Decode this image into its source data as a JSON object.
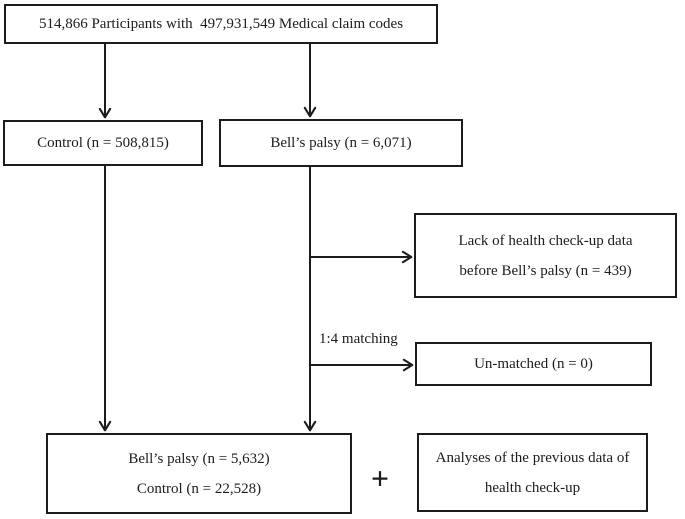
{
  "figure": {
    "type": "flowchart",
    "nodes": {
      "source": {
        "text": "514,866 Participants with  497,931,549 Medical claim codes"
      },
      "control": {
        "text": "Control (n = 508,815)"
      },
      "bells_palsy": {
        "text": "Bell’s palsy (n = 6,071)"
      },
      "excluded_checkup": {
        "line1": "Lack of health check-up data",
        "line2": "before Bell’s palsy (n = 439)"
      },
      "unmatched": {
        "text": "Un-matched (n = 0)"
      },
      "matched_cohort": {
        "line1": "Bell’s palsy (n = 5,632)",
        "line2": "Control (n = 22,528)"
      },
      "analyses": {
        "line1": "Analyses of the previous data of",
        "line2": "health check-up"
      }
    },
    "labels": {
      "matching": "1:4 matching",
      "plus": "+"
    },
    "colors": {
      "line": "#1c1c1c",
      "text": "#1c1c1c",
      "background": "#ffffff"
    }
  }
}
